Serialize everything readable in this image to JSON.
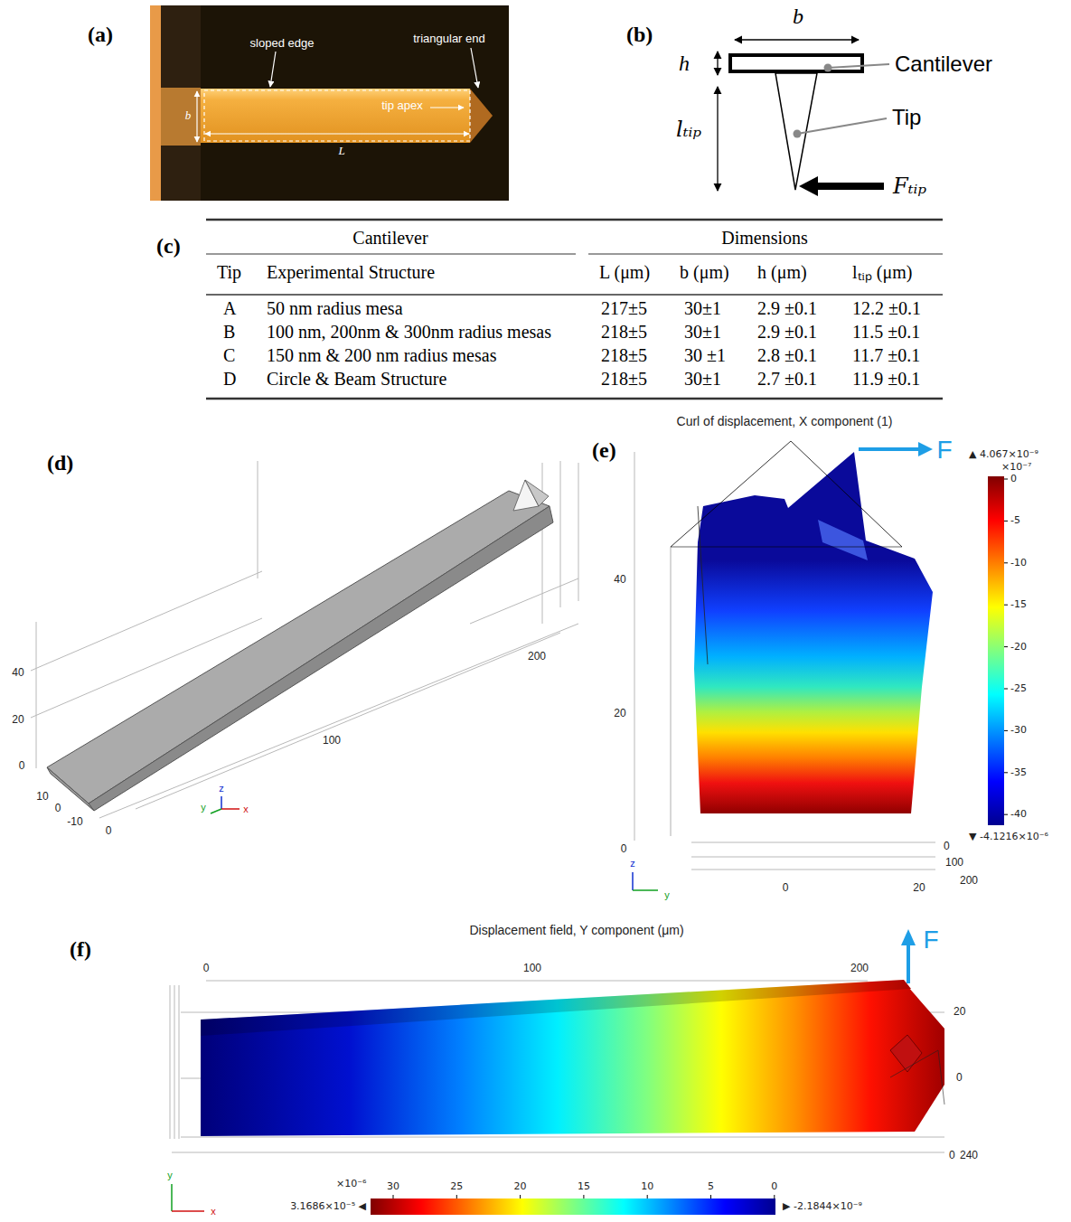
{
  "diagram": {
    "labels": [
      "(a)",
      "sloped edge",
      "triangular end",
      "tip apex",
      "b",
      "L",
      "(b)",
      "b",
      "h",
      "Cantilever",
      "lₜᵢₚ",
      "Tip",
      "Fₜᵢₚ",
      "(c)",
      "Cantilever",
      "Dimensions",
      "Tip",
      "Experimental Structure",
      "L (μm)",
      "b (μm)",
      "h (μm)",
      "lₜᵢₚ (μm)",
      "A",
      "50 nm radius mesa",
      "217±5",
      "30±1",
      "2.9 ±0.1",
      "12.2 ±0.1",
      "B",
      "100 nm, 200nm & 300nm radius mesas",
      "218±5",
      "30±1",
      "2.9 ±0.1",
      "11.5 ±0.1",
      "C",
      "150 nm & 200 nm radius mesas",
      "218±5",
      "30 ±1",
      "2.8 ±0.1",
      "11.7 ±0.1",
      "D",
      "Circle & Beam Structure",
      "218±5",
      "30±1",
      "2.7 ±0.1",
      "11.9 ±0.1",
      "(d)",
      "40",
      "20",
      "0",
      "10",
      "0",
      "-10",
      "0",
      "100",
      "200",
      "y",
      "z",
      "x",
      "(e)",
      "Curl of displacement, X component (1)",
      "F",
      "▲ 4.067×10⁻⁹",
      "×10⁻⁷",
      "0",
      "-5",
      "-10",
      "-15",
      "-20",
      "-25",
      "-30",
      "-35",
      "-40",
      "▼ -4.1216×10⁻⁶",
      "40",
      "20",
      "0",
      "0",
      "100",
      "200",
      "0",
      "20",
      "z",
      "y",
      "(f)",
      "Displacement field, Y component (μm)",
      "F",
      "0",
      "100",
      "200",
      "20",
      "0",
      "0",
      "240",
      "×10⁻⁶",
      "30",
      "25",
      "20",
      "15",
      "10",
      "5",
      "0",
      "3.1686×10⁻⁵ ◀",
      "▶ -2.1844×10⁻⁹",
      "y",
      "x"
    ]
  }
}
